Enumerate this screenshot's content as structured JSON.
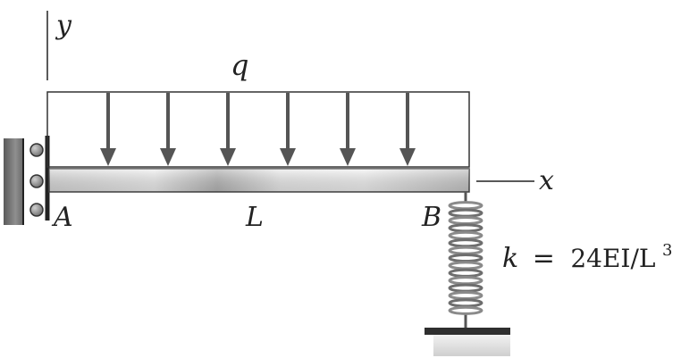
{
  "labels": {
    "y_axis": "y",
    "x_axis": "x",
    "load": "q",
    "support_a": "A",
    "length": "L",
    "point_b": "B"
  },
  "spring_equation": {
    "symbol": "k",
    "equals": "=",
    "value": "24EI/L",
    "exponent": "3"
  },
  "colors": {
    "ink": "#222222",
    "arrow": "#555555",
    "beam_light": "#e8e8e8",
    "beam_dark": "#9a9a9a",
    "roller": "#8a8a8a",
    "spring": "#7a7a7a",
    "ground": "#2f2f2f"
  },
  "icons": [
    "roller-support",
    "distributed-load-arrow",
    "coil-spring",
    "ground-base"
  ],
  "load_arrow_count": 6
}
